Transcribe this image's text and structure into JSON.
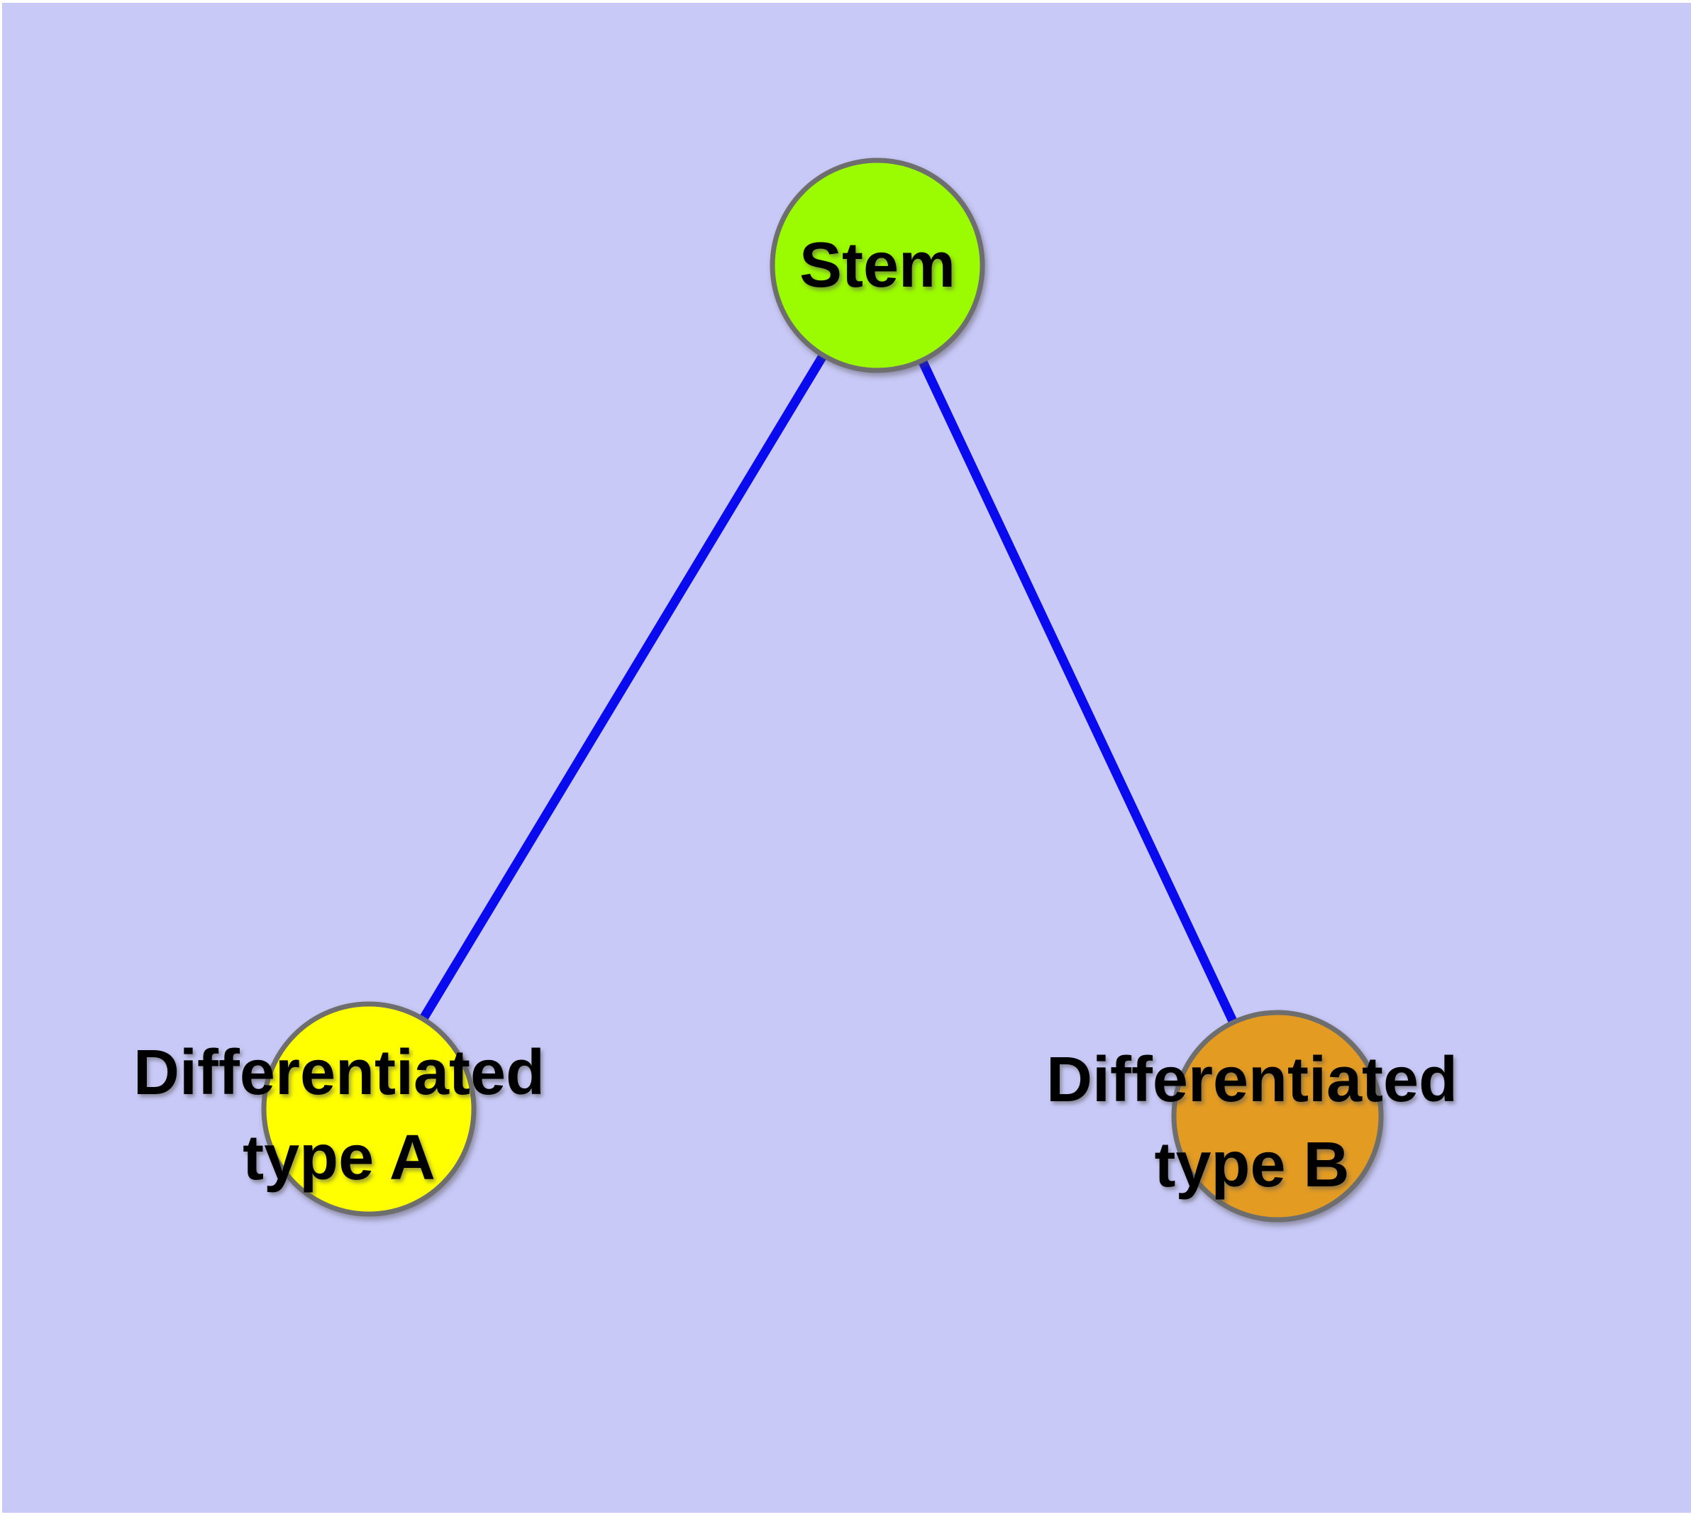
{
  "canvas": {
    "background_color": "#c9c9f8",
    "margin_color": "#ffffff"
  },
  "edges": {
    "color": "#0a0aee",
    "items": [
      {
        "from": "stem",
        "to": "type-a"
      },
      {
        "from": "stem",
        "to": "type-b"
      }
    ]
  },
  "nodes": {
    "border_color": "#6e6e6e",
    "items": [
      {
        "id": "stem",
        "label": "Stem",
        "fill": "#9bfb00"
      },
      {
        "id": "type-a",
        "label_line1": "Differentiated",
        "label_line2": "type A",
        "fill": "#ffff00"
      },
      {
        "id": "type-b",
        "label_line1": "Differentiated",
        "label_line2": "type B",
        "fill": "#e39b20"
      }
    ]
  }
}
